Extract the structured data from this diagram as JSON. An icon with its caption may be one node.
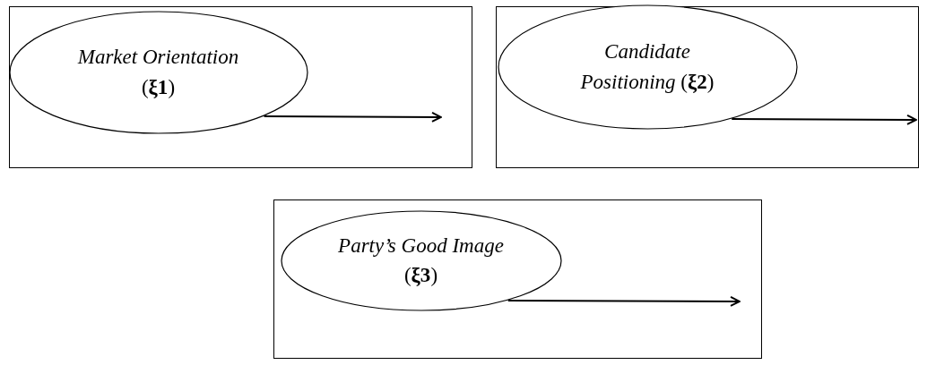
{
  "diagram": {
    "nodes": [
      {
        "text": [],
        "shape": "box"
      },
      {
        "text": [
          "*Market Orientation* (**ξ1**)"
        ],
        "in": 0
      },
      {
        "text": [],
        "shape": "box"
      },
      {
        "text": [
          "*Candidate Positioning* (**ξ2**)"
        ],
        "in": 2
      },
      {
        "text": [],
        "shape": "box"
      },
      {
        "text": [
          "*Party’s Good Image* (**ξ3**)"
        ],
        "in": 4
      }
    ],
    "edges": [
      {
        "from": 1,
        "to": null,
        "arrow": "to"
      },
      {
        "from": 3,
        "to": null,
        "arrow": "to"
      },
      {
        "from": 5,
        "to": null,
        "arrow": "to"
      }
    ]
  }
}
